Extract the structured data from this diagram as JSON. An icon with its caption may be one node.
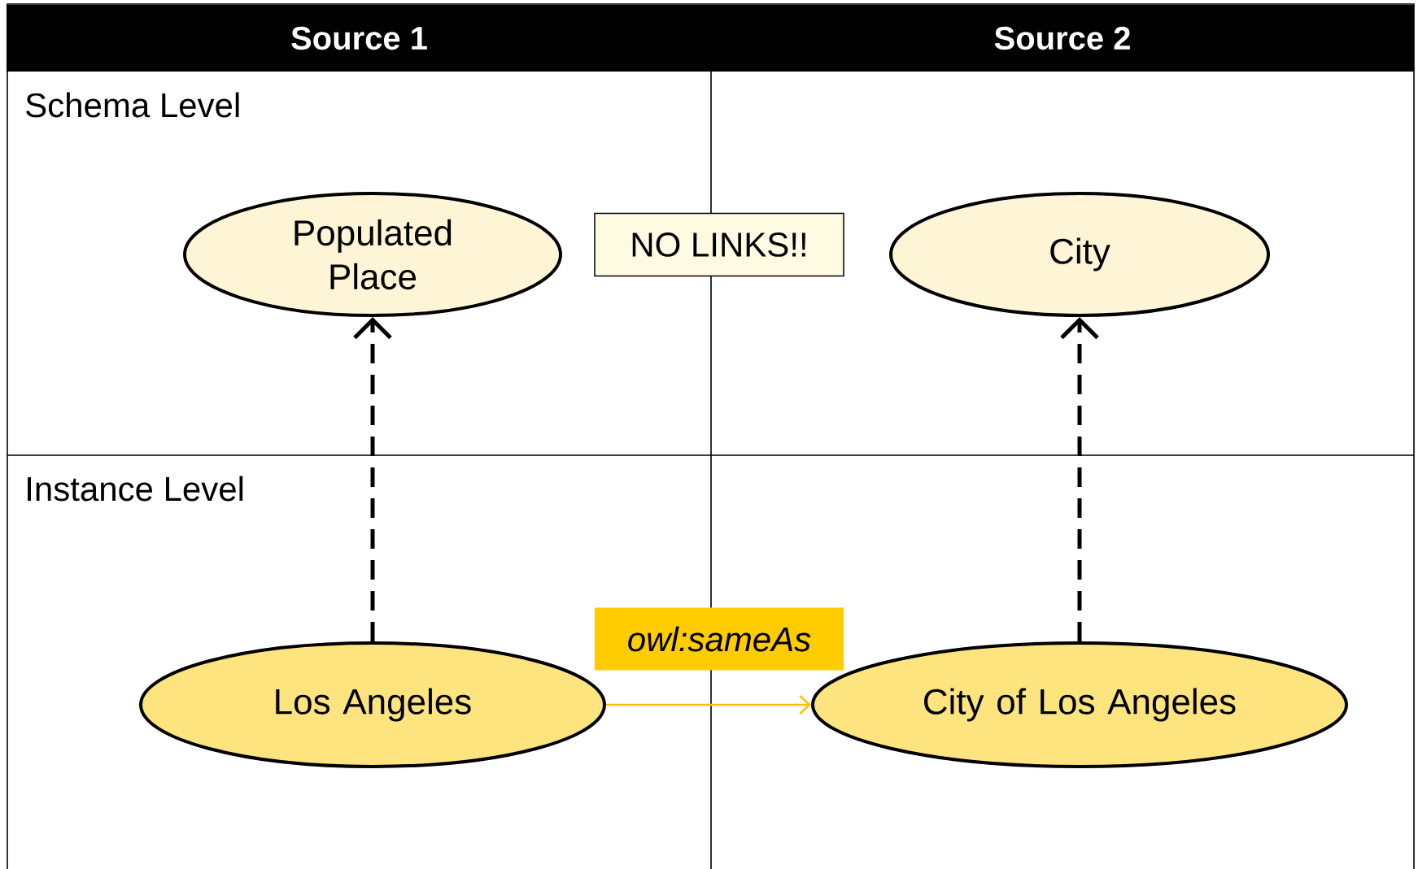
{
  "diagram": {
    "nodes": [
      {
        "text": [
          "Source 1"
        ]
      },
      {
        "text": [
          "Source 2"
        ]
      },
      {
        "text": [
          "Populated Place"
        ]
      },
      {
        "text": [
          "NO LINKS!!"
        ]
      },
      {
        "text": [
          "City"
        ]
      },
      {
        "text": [
          "Los Angeles"
        ]
      },
      {
        "text": [
          "City of Los Angeles"
        ]
      }
    ],
    "edges": [
      {
        "from": 5,
        "to": 2,
        "arrow": "to",
        "style": "dashed"
      },
      {
        "from": 6,
        "to": 4,
        "arrow": "to",
        "style": "dashed"
      },
      {
        "from": 5,
        "to": 6,
        "arrow": "to",
        "label": "owl:sameAs",
        "color": "#f5c400"
      }
    ],
    "labels": [
      "Schema Level",
      "Instance Level"
    ]
  }
}
